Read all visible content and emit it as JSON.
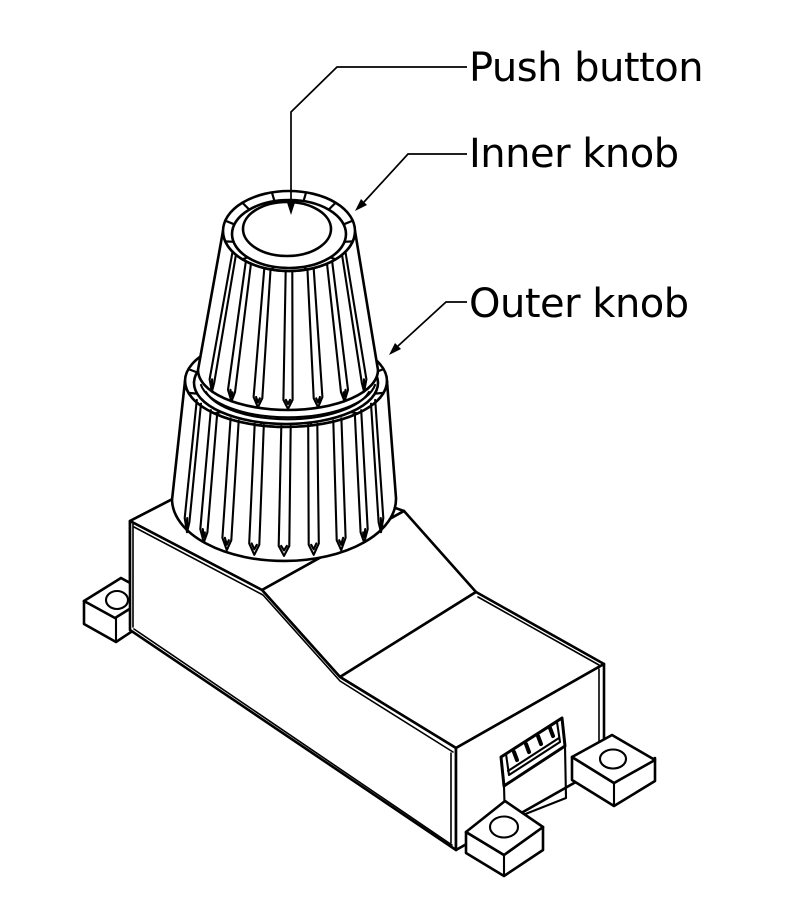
{
  "diagram": {
    "type": "technical-illustration",
    "ink_color": "#000000",
    "background_color": "#ffffff",
    "labels": [
      {
        "id": "push-button",
        "text": "Push button"
      },
      {
        "id": "inner-knob",
        "text": "Inner knob"
      },
      {
        "id": "outer-knob",
        "text": "Outer knob"
      }
    ]
  }
}
